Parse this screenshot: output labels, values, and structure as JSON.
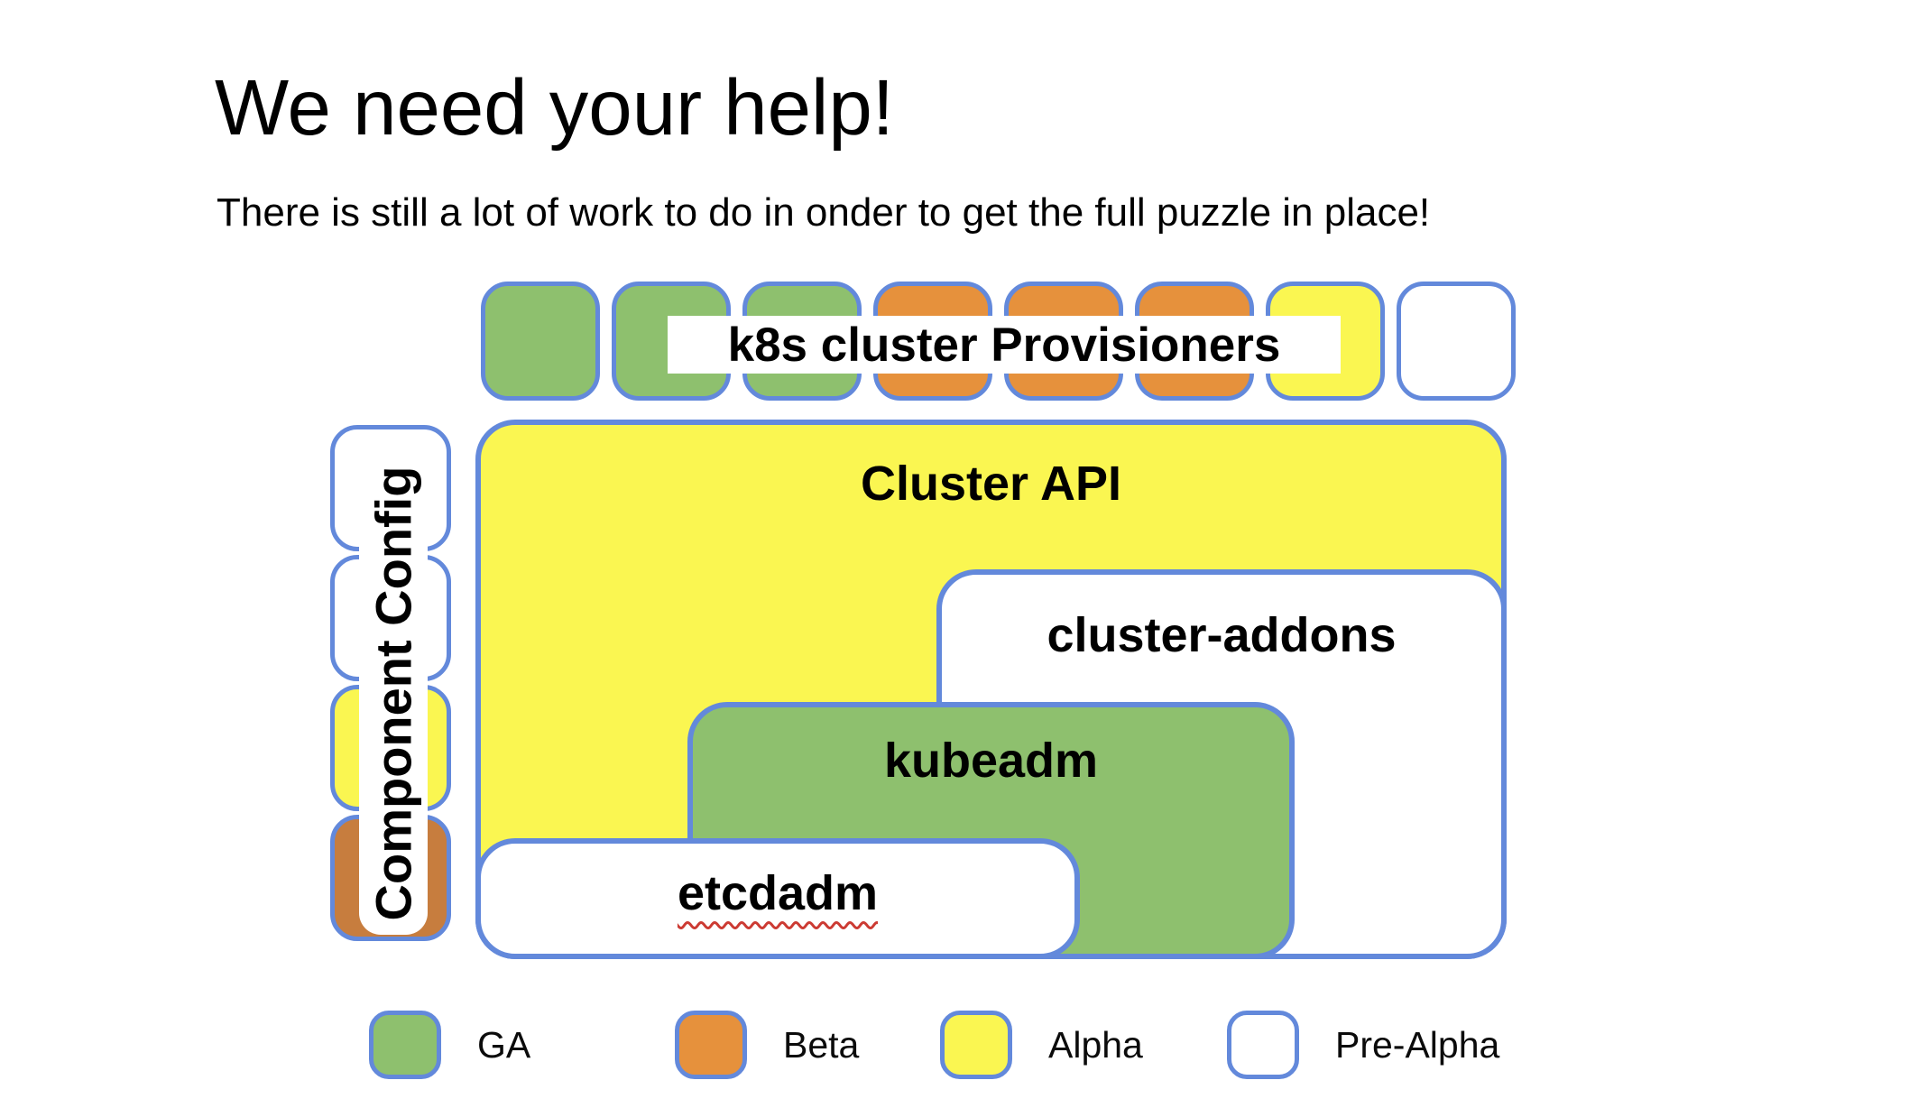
{
  "slide": {
    "title": "We need your help!",
    "subtitle": "There is still a lot of work to do in onder to get the full puzzle in place!"
  },
  "diagram": {
    "provisioners": {
      "label": "k8s cluster Provisioners",
      "squares": [
        {
          "status": "ga"
        },
        {
          "status": "ga"
        },
        {
          "status": "ga"
        },
        {
          "status": "beta"
        },
        {
          "status": "beta"
        },
        {
          "status": "beta"
        },
        {
          "status": "alpha"
        },
        {
          "status": "pre-alpha"
        }
      ]
    },
    "component_config": {
      "label": "Component Config",
      "squares": [
        {
          "status": "pre-alpha"
        },
        {
          "status": "pre-alpha"
        },
        {
          "status": "alpha"
        },
        {
          "status": "beta-dark"
        }
      ]
    },
    "boxes": {
      "cluster_api": {
        "label": "Cluster API",
        "status": "alpha"
      },
      "cluster_addons": {
        "label": "cluster-addons",
        "status": "pre-alpha"
      },
      "kubeadm": {
        "label": "kubeadm",
        "status": "ga"
      },
      "etcdadm": {
        "label": "etcdadm",
        "status": "pre-alpha",
        "spellcheck_underline": true
      }
    }
  },
  "legend": {
    "items": [
      {
        "label": "GA",
        "status": "ga"
      },
      {
        "label": "Beta",
        "status": "beta"
      },
      {
        "label": "Alpha",
        "status": "alpha"
      },
      {
        "label": "Pre-Alpha",
        "status": "pre-alpha"
      }
    ]
  },
  "colors": {
    "ga": "#8ec06e",
    "beta": "#e6913c",
    "beta_dark": "#c77d3e",
    "alpha": "#faf651",
    "pre_alpha": "#ffffff",
    "border_blue": "#6389db",
    "spellcheck_red": "#cc3b33",
    "text": "#000000"
  }
}
